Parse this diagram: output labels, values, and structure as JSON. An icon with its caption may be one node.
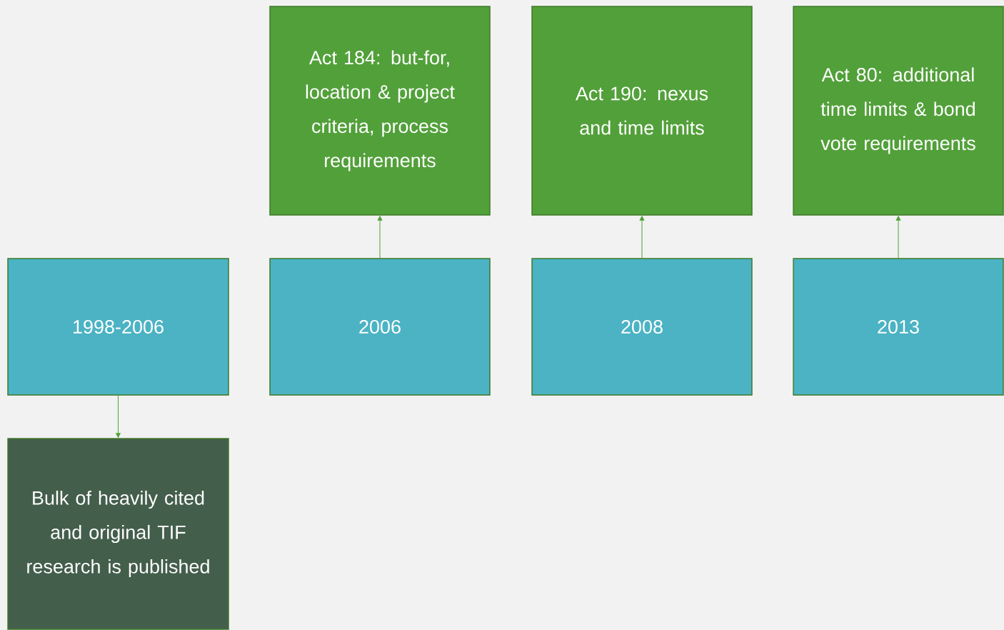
{
  "diagram": {
    "nodes": [
      {
        "text": [
          "1998-2006"
        ]
      },
      {
        "text": [
          "Bulk of heavily cited and original TIF research is published"
        ]
      },
      {
        "text": [
          "Act 184: but-for, location & project criteria, process requirements"
        ]
      },
      {
        "text": [
          "2006"
        ]
      },
      {
        "text": [
          "Act 190: nexus and time limits"
        ]
      },
      {
        "text": [
          "2008"
        ]
      },
      {
        "text": [
          "Act 80: additional time limits & bond vote requirements"
        ]
      },
      {
        "text": [
          "2013"
        ]
      }
    ],
    "edges": [
      {
        "from": 0,
        "to": 1,
        "arrow": "to"
      },
      {
        "from": 3,
        "to": 2,
        "arrow": "to"
      },
      {
        "from": 5,
        "to": 4,
        "arrow": "to"
      },
      {
        "from": 7,
        "to": 6,
        "arrow": "to"
      }
    ]
  }
}
